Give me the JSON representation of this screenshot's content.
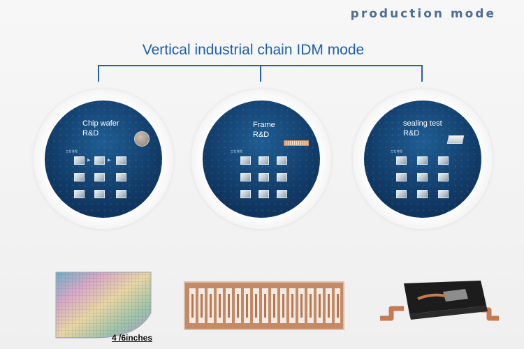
{
  "header": {
    "title": "production mode"
  },
  "idm": {
    "title": "Vertical industrial chain IDM mode"
  },
  "stages": [
    {
      "title": "Chip wafer\nR&D",
      "flow_label": "工艺流程"
    },
    {
      "title": "Frame\nR&D",
      "flow_label": "工艺流程"
    },
    {
      "title": "sealing test\nR&D",
      "flow_label": "工艺流程"
    }
  ],
  "products": {
    "wafer_caption": "4 /6inches"
  },
  "colors": {
    "accent": "#1f5fa8",
    "heading": "#4e6e8f",
    "disc": "#123d6a",
    "copper": "#c7875f"
  }
}
